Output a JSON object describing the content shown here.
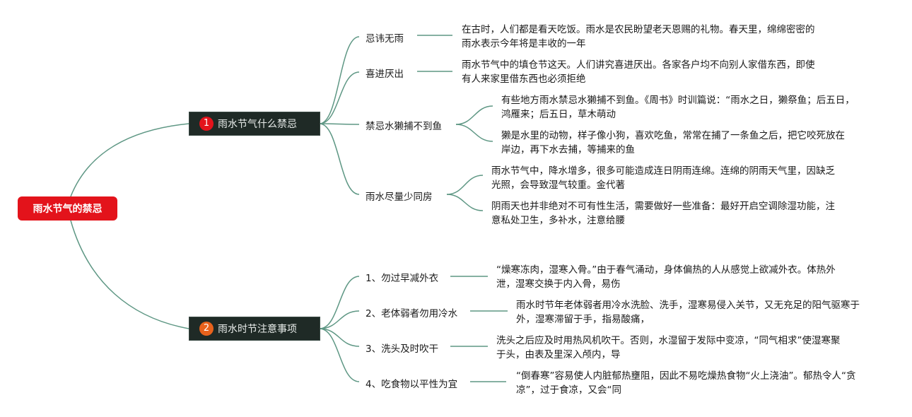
{
  "root": {
    "label": "雨水节气的禁忌"
  },
  "colors": {
    "root_bg": "#e3131b",
    "topic_bg": "#1f2a26",
    "edge": "#5e9784",
    "badge1": "#e3131b",
    "badge2": "#e8621c"
  },
  "topics": [
    {
      "badge": "1",
      "label": "雨水节气什么禁忌",
      "subs": [
        {
          "label": "忌讳无雨",
          "leaves": [
            "在古时，人们都是看天吃饭。雨水是农民盼望老天恩赐的礼物。春天里，绵绵密密的雨水表示今年将是丰收的一年"
          ]
        },
        {
          "label": "喜进厌出",
          "leaves": [
            "雨水节气中的填仓节这天。人们讲究喜进厌出。各家各户均不向别人家借东西，即使有人来家里借东西也必须拒绝"
          ]
        },
        {
          "label": "禁忌水獭捕不到鱼",
          "leaves": [
            "有些地方雨水禁忌水獭捕不到鱼。《周书》时训篇说：“雨水之日，獭祭鱼；后五日，鸿雁来；后五日，草木萌动",
            "獭是水里的动物，样子像小狗，喜欢吃鱼，常常在捕了一条鱼之后，把它咬死放在岸边，再下水去捕，等捕来的鱼"
          ]
        },
        {
          "label": "雨水尽量少同房",
          "leaves": [
            "雨水节气中，降水增多，很多可能造成连日阴雨连绵。连绵的阴雨天气里，因缺乏光照，会导致湿气较重。金代著",
            "阴雨天也并非绝对不可有性生活，需要做好一些准备：最好开启空调除湿功能，注意私处卫生，多补水，注意给腰"
          ]
        }
      ]
    },
    {
      "badge": "2",
      "label": "雨水时节注意事项",
      "subs": [
        {
          "label": "1、勿过早减外衣",
          "leaves": [
            "“燥寒冻肉，湿寒入骨。”由于春气涌动，身体偏热的人从感觉上欲减外衣。体热外泄，湿寒交换于内入骨，易伤"
          ]
        },
        {
          "label": "2、老体弱者勿用冷水",
          "leaves": [
            "雨水时节年老体弱者用冷水洗脸、洗手，湿寒易侵入关节，又无充足的阳气驱寒于外，湿寒滞留于手，指易酸痛，"
          ]
        },
        {
          "label": "3、洗头及时吹干",
          "leaves": [
            "洗头之后应及时用热风机吹干。否则，水湿留于发际中变凉，“同气相求”使湿寒聚于头，由表及里深入颅内，导"
          ]
        },
        {
          "label": "4、吃食物以平性为宜",
          "leaves": [
            "“倒春寒”容易使人内脏郁热壅阻，因此不易吃燥热食物“火上浇油”。郁热令人“贪凉”，过于食凉，又会“同"
          ]
        }
      ]
    }
  ]
}
